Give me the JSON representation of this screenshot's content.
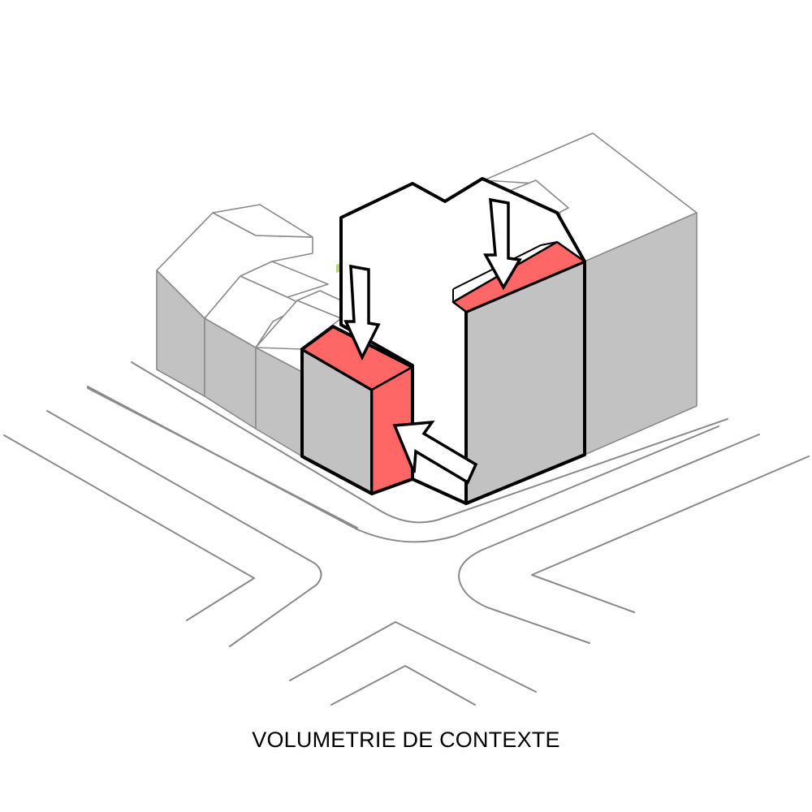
{
  "caption": "VOLUMETRIE DE CONTEXTE",
  "colors": {
    "highlight_red": "#ff6666",
    "building_grey": "#c3c2c2",
    "road_line": "#8a8a8a",
    "project_outline": "#000000",
    "green_accent": "#b8d87a"
  },
  "arrows": {
    "count": 3,
    "directions": [
      "down",
      "down",
      "left-up"
    ]
  },
  "icons": [
    "down-arrow-icon",
    "down-arrow-icon",
    "diagonal-arrow-icon"
  ]
}
